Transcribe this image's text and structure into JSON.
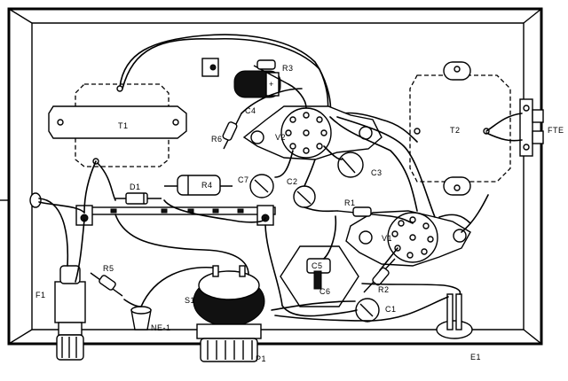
{
  "labels": {
    "t1": "T1",
    "t2": "T2",
    "r3": "R3",
    "r4": "R4",
    "r6": "R6",
    "r5": "R5",
    "r1": "R1",
    "r2": "R2",
    "c4": "C4",
    "c7": "C7",
    "c2": "C2",
    "c3": "C3",
    "c5": "C5",
    "c6": "C6",
    "c1": "C1",
    "d1": "D1",
    "v1": "V1",
    "v2": "V2",
    "f1": "F1",
    "s1": "S1",
    "ne1": "NE-1",
    "p1": "P1",
    "e1": "E1",
    "fte": "FTE",
    "c4_polarity": "+"
  }
}
